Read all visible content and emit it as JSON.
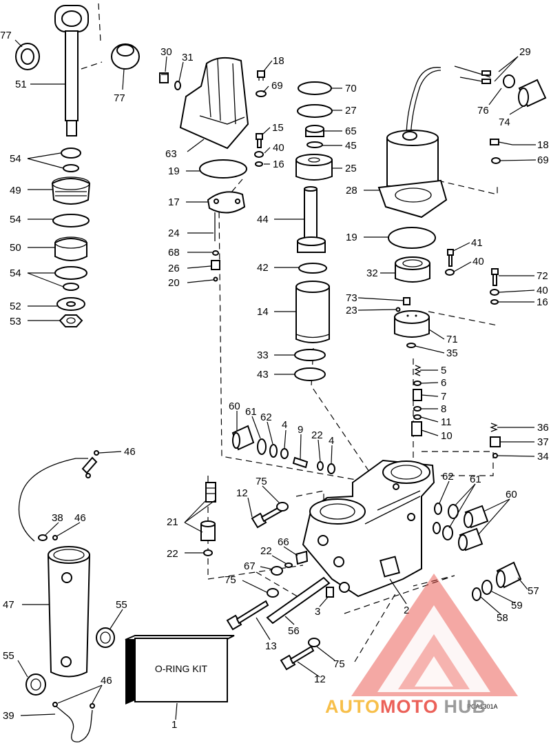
{
  "figure_code": "PCA1301A",
  "kit_label": "O-RING KIT",
  "watermark": {
    "auto": "AUTO",
    "moto": "MOTO",
    "hub": "HUB",
    "colors": {
      "red": "#e8453c",
      "orange": "#f6b52b",
      "gray": "#8a8a8a"
    }
  },
  "callouts": [
    "77",
    "51",
    "77",
    "30",
    "31",
    "18",
    "69",
    "63",
    "15",
    "40",
    "16",
    "19",
    "17",
    "24",
    "68",
    "26",
    "20",
    "54",
    "49",
    "54",
    "50",
    "54",
    "52",
    "53",
    "70",
    "27",
    "65",
    "45",
    "25",
    "44",
    "42",
    "14",
    "33",
    "43",
    "29",
    "76",
    "74",
    "18",
    "69",
    "28",
    "19",
    "41",
    "40",
    "72",
    "40",
    "16",
    "32",
    "73",
    "23",
    "71",
    "35",
    "5",
    "6",
    "7",
    "8",
    "11",
    "10",
    "36",
    "37",
    "34",
    "60",
    "61",
    "62",
    "4",
    "9",
    "22",
    "4",
    "46",
    "38",
    "46",
    "47",
    "55",
    "55",
    "46",
    "39",
    "1",
    "21",
    "22",
    "12",
    "75",
    "66",
    "22",
    "67",
    "75",
    "13",
    "56",
    "3",
    "2",
    "62",
    "61",
    "60",
    "57",
    "59",
    "58",
    "12",
    "75"
  ]
}
